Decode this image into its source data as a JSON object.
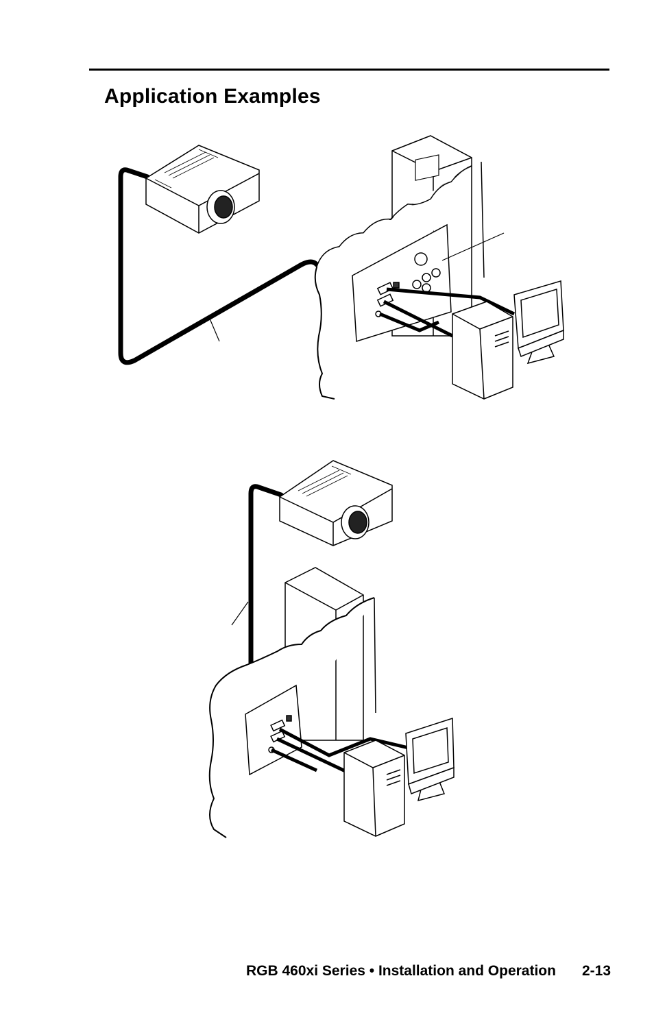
{
  "section": {
    "title": "Application Examples"
  },
  "figures": [
    {
      "devices": [
        "projector-icon",
        "wallplate-icon",
        "wall-box-icon",
        "computer-tower-icon",
        "monitor-icon"
      ]
    },
    {
      "devices": [
        "projector-icon",
        "wallplate-icon",
        "wall-box-icon",
        "computer-tower-icon",
        "monitor-icon"
      ]
    }
  ],
  "footer": {
    "text": "RGB 460xi Series • Installation and Operation",
    "page": "2-13"
  }
}
